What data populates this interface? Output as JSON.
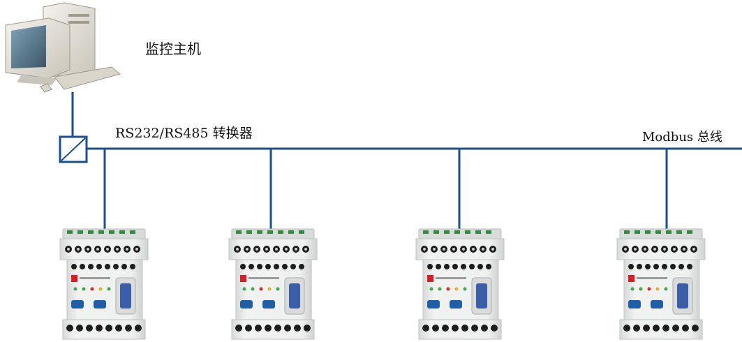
{
  "diagram": {
    "host_label": "监控主机",
    "converter_label": "RS232/RS485 转换器",
    "bus_label": "Modbus 总线",
    "device_count": 4
  },
  "colors": {
    "line": "#1a4f8f",
    "device_body": "#e9ebea",
    "terminal_green": "#2f8f3a",
    "led_red": "#d42b2b",
    "led_yellow": "#e0b62a",
    "led_green": "#3ca84a",
    "button_blue": "#1e5fa8",
    "logo_red": "#d61f26",
    "port_blue": "#3a5ea8"
  },
  "icons": {
    "host": "desktop-computer-icon",
    "converter": "converter-icon",
    "device": "protection-relay-device-icon"
  }
}
